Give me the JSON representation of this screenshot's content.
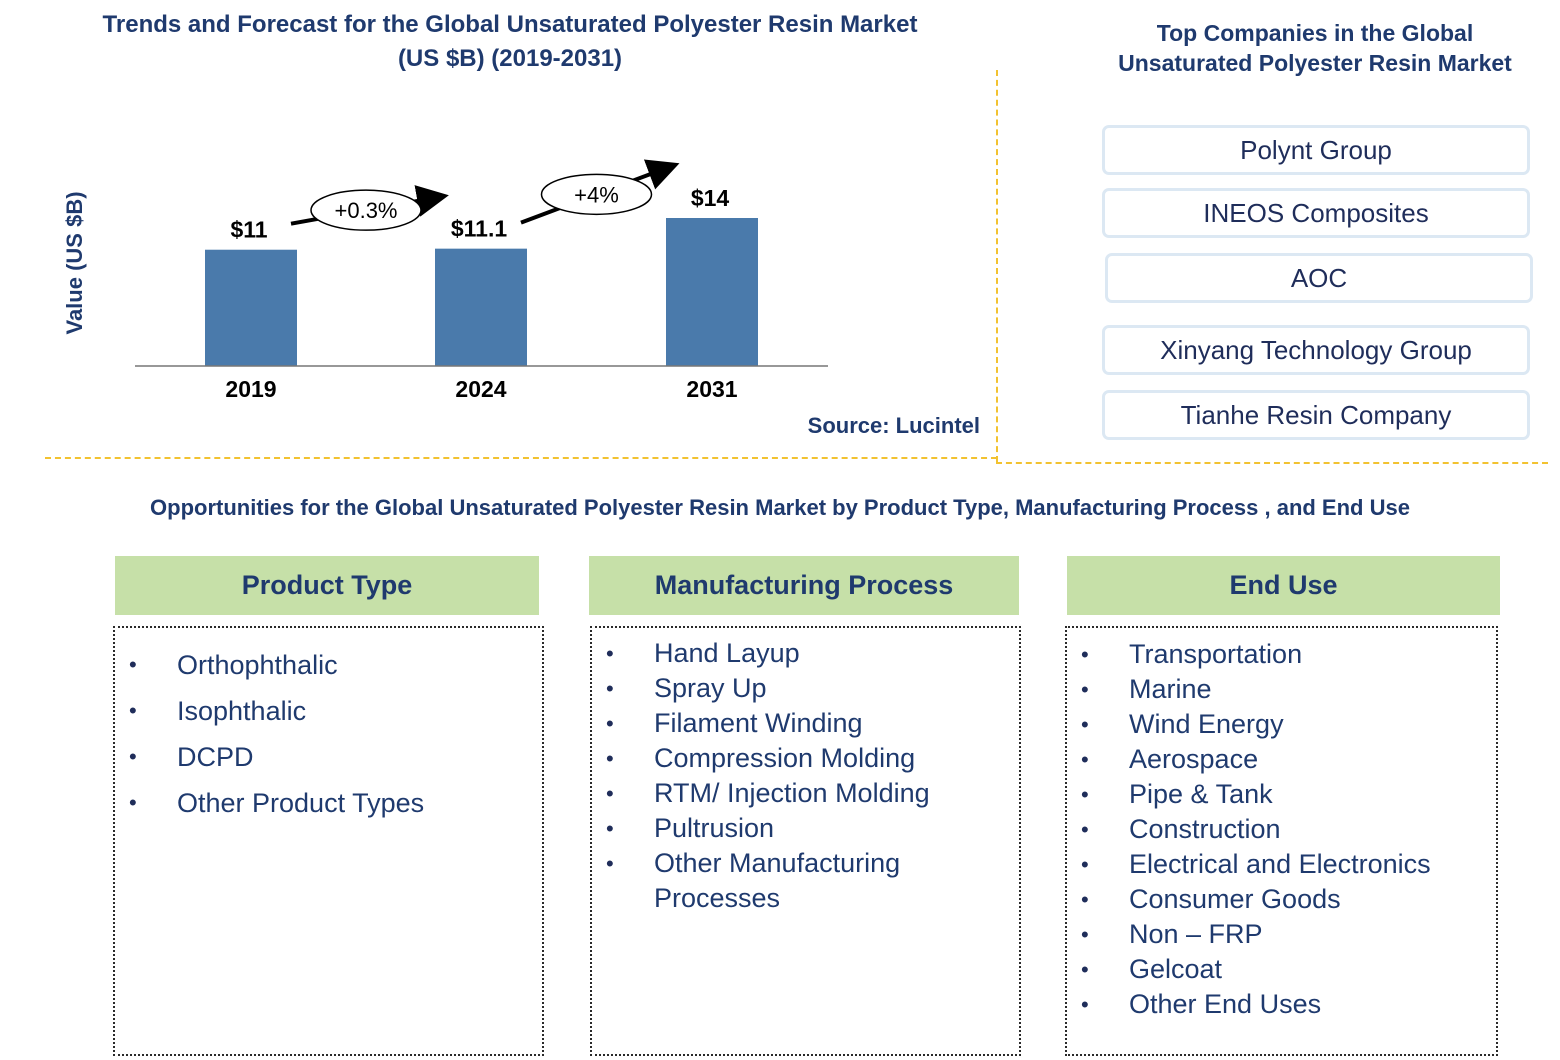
{
  "chart_data": {
    "type": "bar",
    "title": "Trends and Forecast for the Global Unsaturated Polyester Resin Market (US $B) (2019-2031)",
    "title_lines": [
      "Trends and Forecast for the Global Unsaturated Polyester Resin Market",
      "(US $B) (2019-2031)"
    ],
    "ylabel": "Value (US $B)",
    "xlabel": "",
    "categories": [
      "2019",
      "2024",
      "2031"
    ],
    "values": [
      11,
      11.1,
      14
    ],
    "value_labels": [
      "$11",
      "$11.1",
      "$14"
    ],
    "growth_labels": [
      "+0.3%",
      "+4%"
    ],
    "bar_color": "#4a7aab",
    "grid": false,
    "legend": "none"
  },
  "source": "Source: Lucintel",
  "companies": {
    "title_lines": [
      "Top Companies in the Global",
      "Unsaturated Polyester Resin Market"
    ],
    "items": [
      "Polynt Group",
      "INEOS Composites",
      "AOC",
      "Xinyang Technology Group",
      "Tianhe Resin Company"
    ]
  },
  "opportunities": {
    "title": "Opportunities for the Global Unsaturated Polyester Resin Market by Product Type, Manufacturing Process , and End Use",
    "segments": [
      {
        "heading": "Product Type",
        "bullet": "•",
        "items": [
          "Orthophthalic",
          "Isophthalic",
          "DCPD",
          "Other Product Types"
        ]
      },
      {
        "heading": "Manufacturing Process",
        "bullet": "•",
        "items": [
          "Hand Layup",
          "Spray Up",
          "Filament Winding",
          "Compression Molding",
          "RTM/ Injection Molding",
          "Pultrusion",
          "Other Manufacturing Processes"
        ]
      },
      {
        "heading": "End Use",
        "bullet": "•",
        "items": [
          "Transportation",
          "Marine",
          "Wind Energy",
          "Aerospace",
          "Pipe & Tank",
          "Construction",
          "Electrical and Electronics",
          "Consumer Goods",
          "Non – FRP",
          "Gelcoat",
          "Other End Uses"
        ]
      }
    ]
  },
  "colors": {
    "title_text": "#1f3a6e",
    "segment_header_bg": "#c6e0a8",
    "divider": "#f2c230",
    "company_border": "#dce8f3"
  }
}
